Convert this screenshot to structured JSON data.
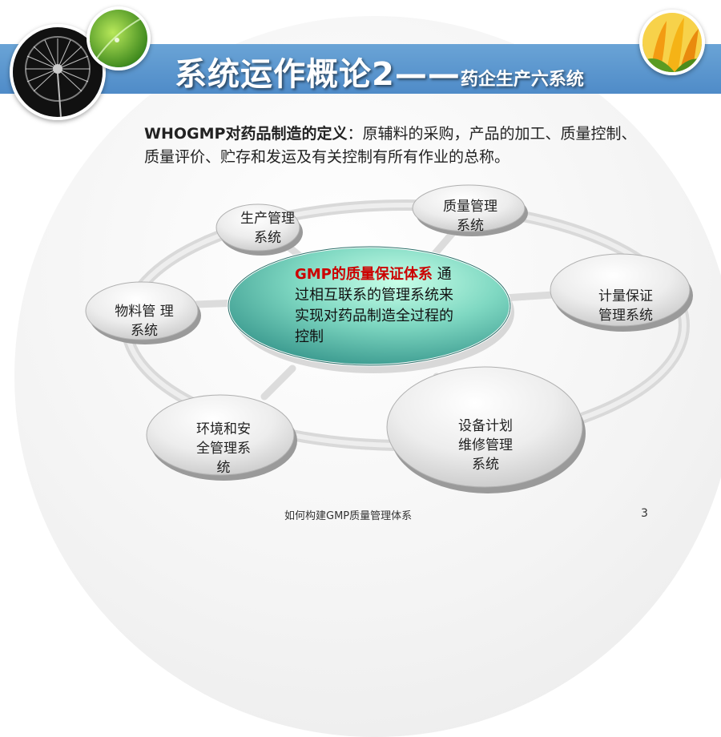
{
  "title": {
    "main": "系统运作概论2",
    "dash": "——",
    "sub": "药企生产六系统"
  },
  "intro": {
    "bold_part": "WHOGMP对药品制造的定义",
    "rest_part": "：原辅料的采购，产品的加工、质量控制、质量评价、贮存和发运及有关控制有所有作业的总称。"
  },
  "center": {
    "highlight": "GMP的质量保证体系",
    "rest": "通过相互联系的管理系统来实现对药品制造全过程的控制"
  },
  "nodes": {
    "production": "生产管理系统",
    "quality": "质量管理系统",
    "measurement": "计量保证管理系统",
    "equipment": "设备计划维修管理系统",
    "environment": "环境和安全管理系统",
    "material": "物料管 理 系统"
  },
  "footer": {
    "text": "如何构建GMP质量管理体系",
    "page": "3"
  },
  "colors": {
    "title_bar": "#5b97cf",
    "center_ellipse": "#7fd8c2",
    "highlight_text": "#cc0000"
  }
}
